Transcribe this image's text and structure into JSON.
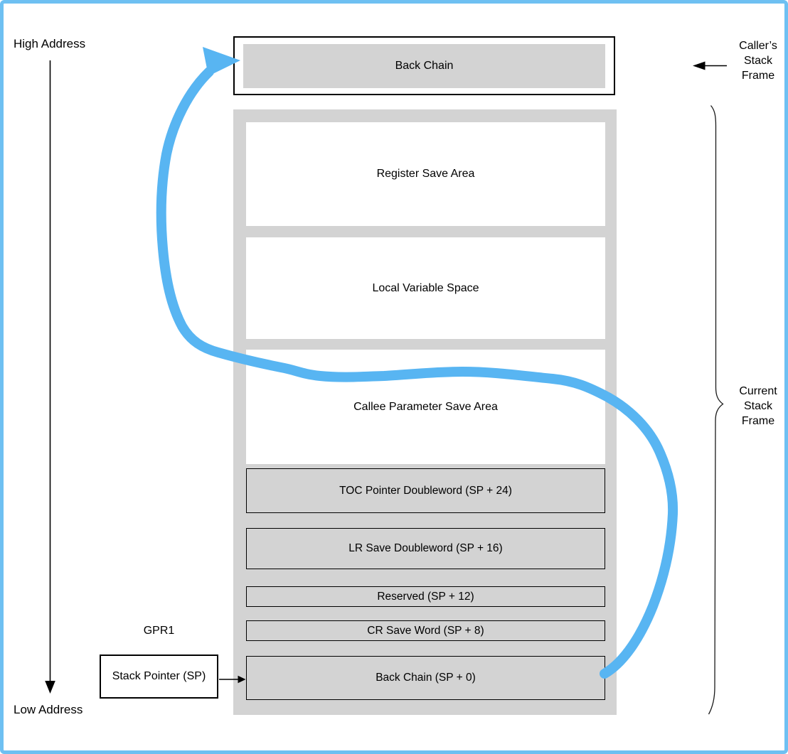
{
  "diagram": {
    "high_address_label": "High Address",
    "low_address_label": "Low Address",
    "gpr1_label": "GPR1",
    "stack_pointer_label": "Stack Pointer (SP)",
    "caller_frame_label_lines": [
      "Caller’s",
      "Stack",
      "Frame"
    ],
    "current_frame_label_lines": [
      "Current",
      "Stack",
      "Frame"
    ],
    "caller_box": {
      "label": "Back Chain"
    },
    "current_frame": {
      "areas": [
        {
          "label": "Register Save Area"
        },
        {
          "label": "Local Variable Space"
        },
        {
          "label": "Callee Parameter Save Area"
        }
      ],
      "slots": [
        {
          "label": "TOC Pointer Doubleword (SP + 24)"
        },
        {
          "label": "LR Save Doubleword (SP + 16)"
        },
        {
          "label": "Reserved (SP + 12)"
        },
        {
          "label": "CR Save Word (SP + 8)"
        },
        {
          "label": "Back Chain (SP + 0)"
        }
      ]
    },
    "colors": {
      "page_border_blue": "#6ec0f2",
      "arrow_blue": "#58b5f2",
      "box_gray": "#d3d3d3",
      "line_black": "#000000"
    }
  }
}
